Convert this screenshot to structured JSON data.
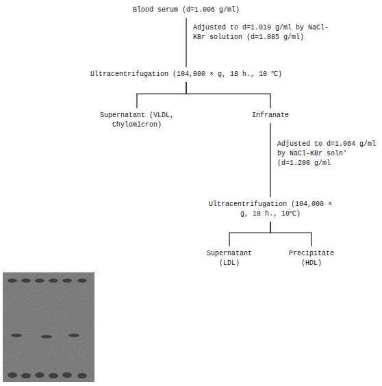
{
  "diagram": {
    "nodes": [
      {
        "text": [
          "Blood serum (d=1.006 g/ml)"
        ]
      },
      {
        "text": [
          "Ultracentrifugation (104,000 × g, 18 h., 10 ℃)"
        ]
      },
      {
        "text": [
          "Supernatant (VLDL, Chylomicron)"
        ]
      },
      {
        "text": [
          "Infranate"
        ]
      },
      {
        "text": [
          "Ultracentrifugation (104,000 × g, 18 h., 10℃)"
        ]
      },
      {
        "text": [
          "Supernatant (LDL)"
        ]
      },
      {
        "text": [
          "Precipitate (HDL)"
        ]
      }
    ],
    "edges": [
      {
        "from": 0,
        "to": 1,
        "label": "Adjusted to d=1.019 g/ml by NaCl-KBr solution (d=1.085 g/ml)",
        "arrow": "none"
      },
      {
        "from": 1,
        "to": 2,
        "arrow": "none"
      },
      {
        "from": 1,
        "to": 3,
        "arrow": "none"
      },
      {
        "from": 3,
        "to": 4,
        "label": "Adjusted to d=1.064 g/ml by NaCl-KBr soln' (d=1.200 g/ml",
        "arrow": "none"
      },
      {
        "from": 4,
        "to": 5,
        "arrow": "none"
      },
      {
        "from": 4,
        "to": 6,
        "arrow": "none"
      }
    ]
  }
}
